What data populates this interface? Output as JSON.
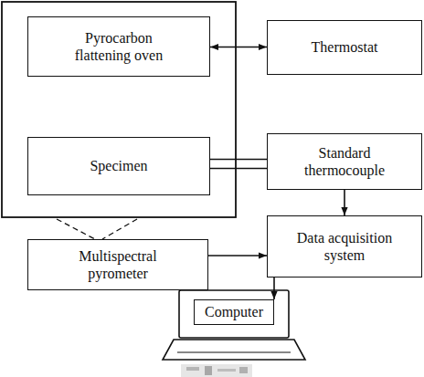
{
  "diagram": {
    "nodes": [
      {
        "text": [
          "Pyrocarbon flattening oven"
        ]
      },
      {
        "text": [
          "Thermostat"
        ]
      },
      {
        "text": [
          "Specimen"
        ]
      },
      {
        "text": [
          "Standard thermocouple"
        ]
      },
      {
        "text": [
          "Multispectral pyrometer"
        ]
      },
      {
        "text": [
          "Data acquisition system"
        ]
      },
      {
        "text": [
          "Computer"
        ]
      }
    ],
    "edges": [
      {
        "from": 0,
        "to": 1,
        "arrow": "both"
      },
      {
        "from": 2,
        "to": 3,
        "arrow": "none"
      },
      {
        "from": 3,
        "to": 5,
        "arrow": "to"
      },
      {
        "from": 4,
        "to": 5,
        "arrow": "to"
      },
      {
        "from": 5,
        "to": 6,
        "arrow": "to"
      }
    ]
  }
}
